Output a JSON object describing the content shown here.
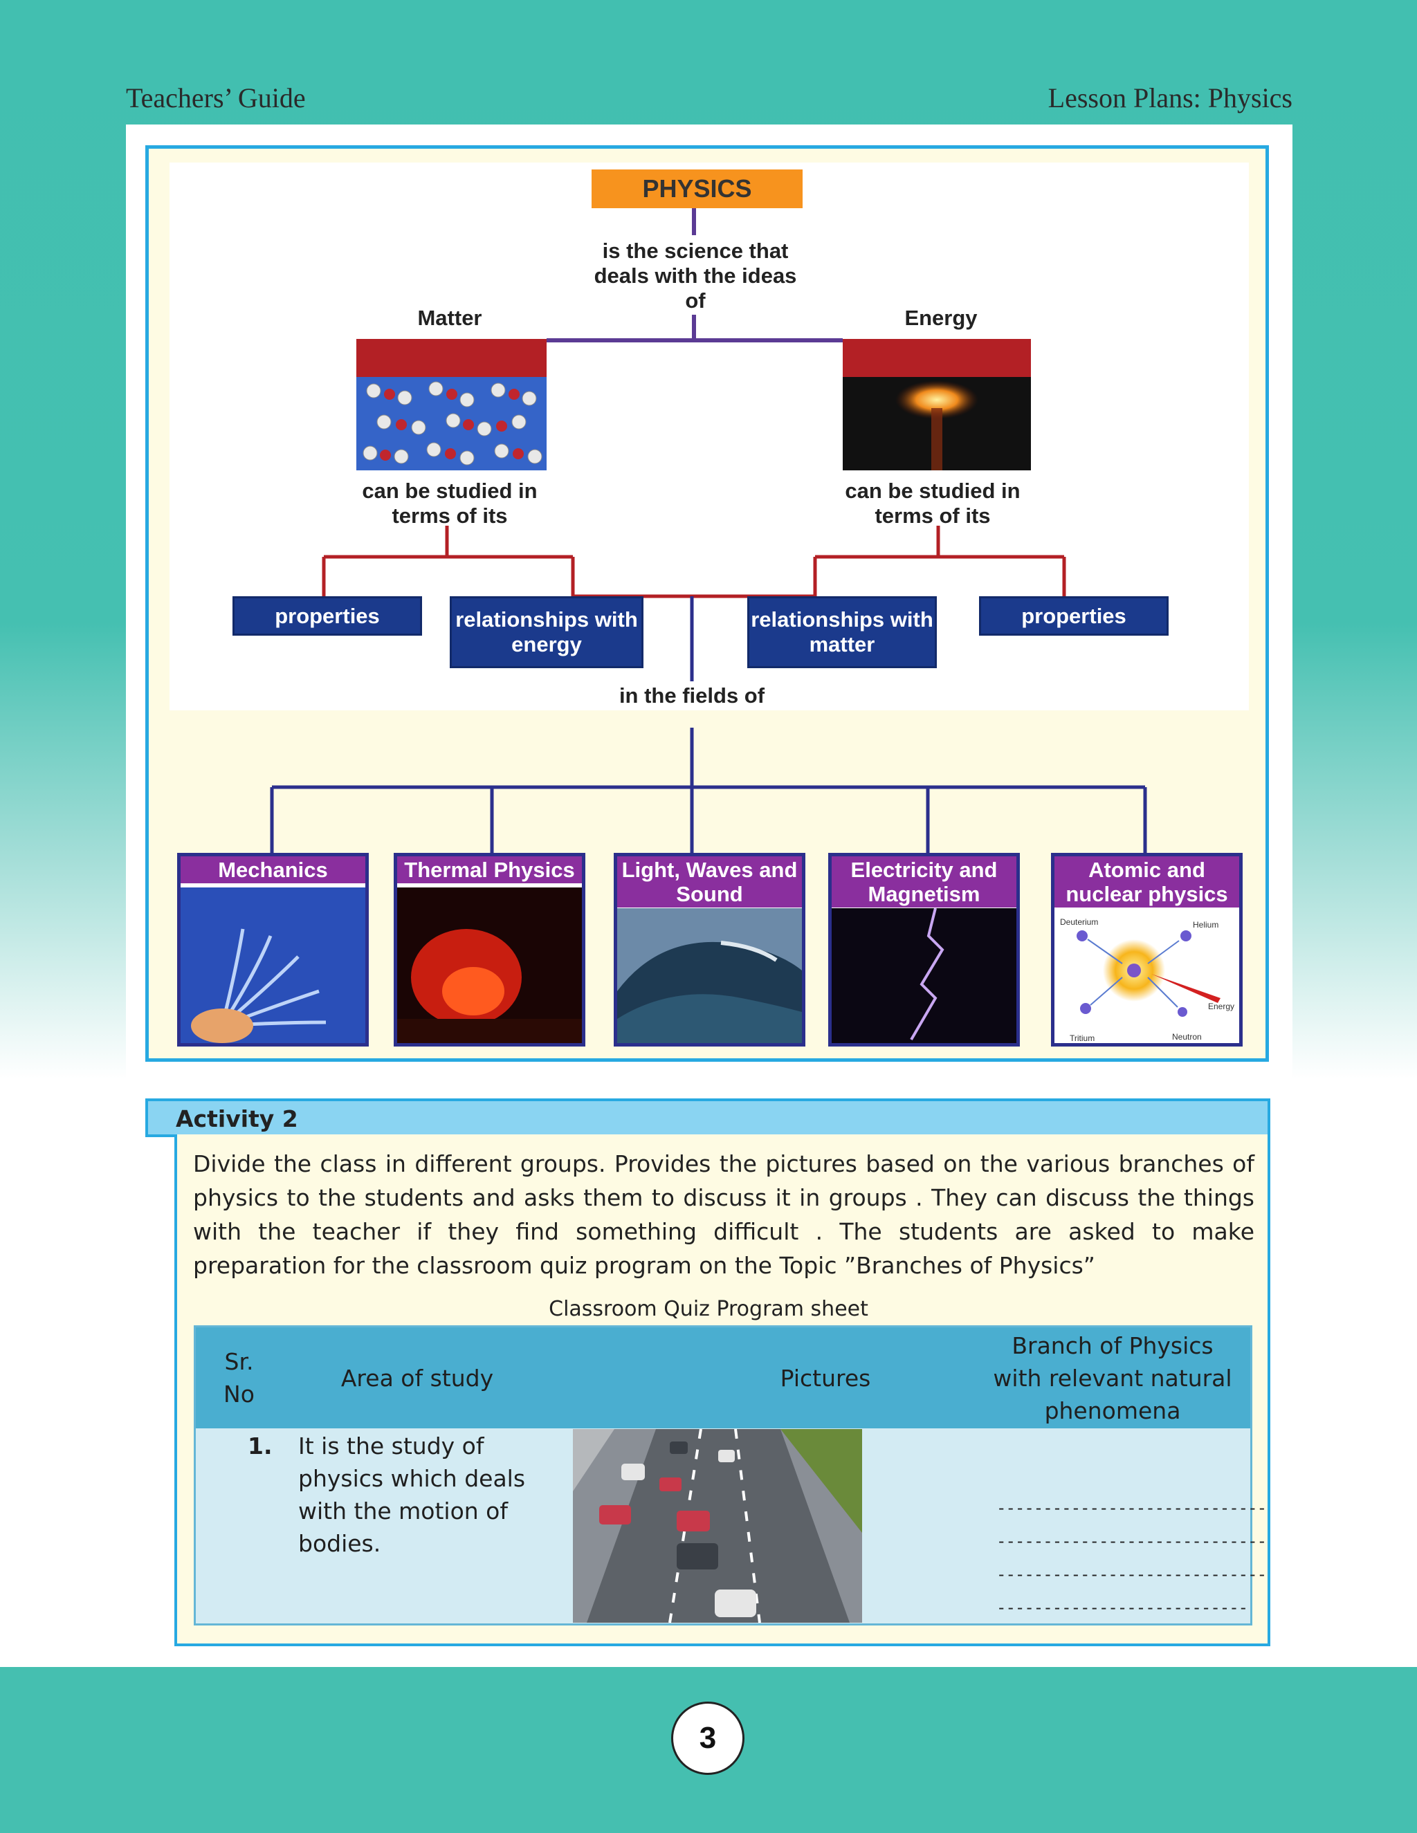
{
  "header": {
    "left": "Teachers’ Guide",
    "right": "Lesson Plans: Physics"
  },
  "concept_map": {
    "root": "PHYSICS",
    "root_desc": "is the science that deals with the ideas of",
    "matter": "Matter",
    "energy": "Energy",
    "studied_left": "can be studied in terms of its",
    "studied_right": "can be studied in terms of its",
    "properties_left": "properties",
    "rel_energy": "relationships with energy",
    "rel_matter": "relationships with matter",
    "properties_right": "properties",
    "fields_of": "in the fields of",
    "fields": [
      {
        "label": "Mechanics"
      },
      {
        "label": "Thermal Physics"
      },
      {
        "label": "Light, Waves and Sound"
      },
      {
        "label": "Electricity and Magnetism"
      },
      {
        "label": "Atomic and nuclear physics"
      }
    ],
    "atom_labels": {
      "deuterium": "Deuterium",
      "helium": "Helium",
      "energy": "Energy",
      "tritium": "Tritium",
      "neutron": "Neutron"
    }
  },
  "activity": {
    "title": "Activity 2",
    "text": "Divide the class in different groups. Provides the pictures based on the various branches of physics to the students and asks them to discuss it in groups . They can discuss the things with the teacher if they find something difficult . The students are asked to make preparation for the classroom quiz program on the Topic ”Branches of Physics”",
    "sheet_caption": "Classroom Quiz Program  sheet",
    "table": {
      "headers": {
        "sr": "Sr. No",
        "area": "Area of study",
        "pictures": "Pictures",
        "branch": "Branch of Physics with relevant natural phenomena"
      },
      "rows": [
        {
          "sr": "1.",
          "area": "It is the study of physics which deals with the motion of bodies.",
          "blanks": [
            "-----------------------------",
            "-----------------------------",
            "-----------------------------",
            "---------------------------"
          ]
        }
      ]
    }
  },
  "page_number": "3"
}
